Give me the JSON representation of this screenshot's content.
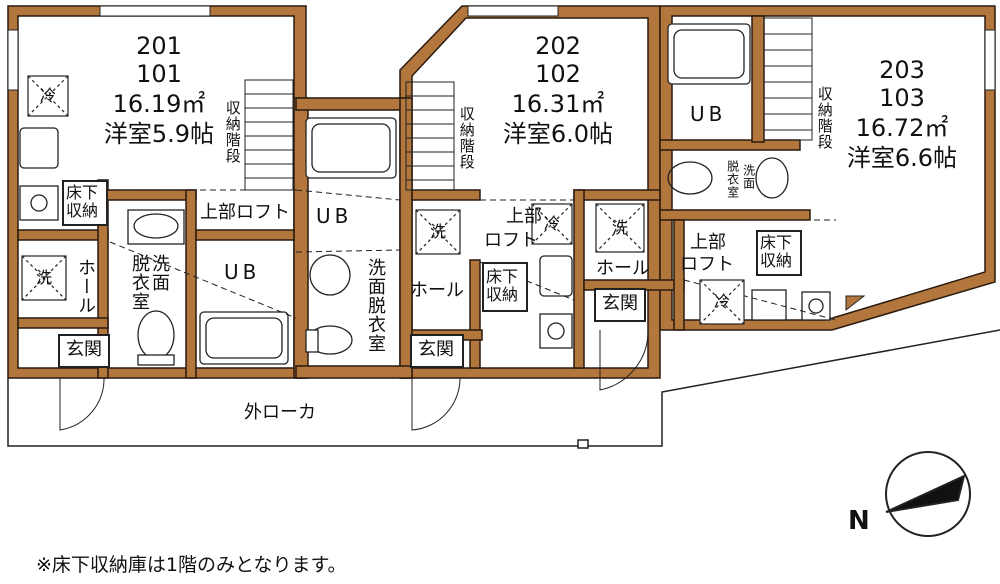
{
  "units": [
    {
      "rooms": "201",
      "rooms2": "101",
      "area": "16.19㎡",
      "type": "洋室5.9帖"
    },
    {
      "rooms": "202",
      "rooms2": "102",
      "area": "16.31㎡",
      "type": "洋室6.0帖"
    },
    {
      "rooms": "203",
      "rooms2": "103",
      "area": "16.72㎡",
      "type": "洋室6.6帖"
    }
  ],
  "labels": {
    "storage_stairs": "収納階段",
    "underfloor_storage": "床下収納",
    "loft": "上部ロフト",
    "loft_split_a": "上部",
    "loft_split_b": "ロフト",
    "ub": "UB",
    "washroom": "洗面脱衣室",
    "washroom_split_a": "洗面",
    "washroom_split_b": "脱衣室",
    "hall": "ホール",
    "entrance": "玄関",
    "fridge": "冷",
    "washer": "洗",
    "corridor": "外ローカ",
    "north": "N"
  },
  "footnote": "※床下収納庫は1階のみとなります。",
  "colors": {
    "wall": "#b3773e",
    "wall_dark": "#2a1a0e",
    "line": "#222222"
  }
}
